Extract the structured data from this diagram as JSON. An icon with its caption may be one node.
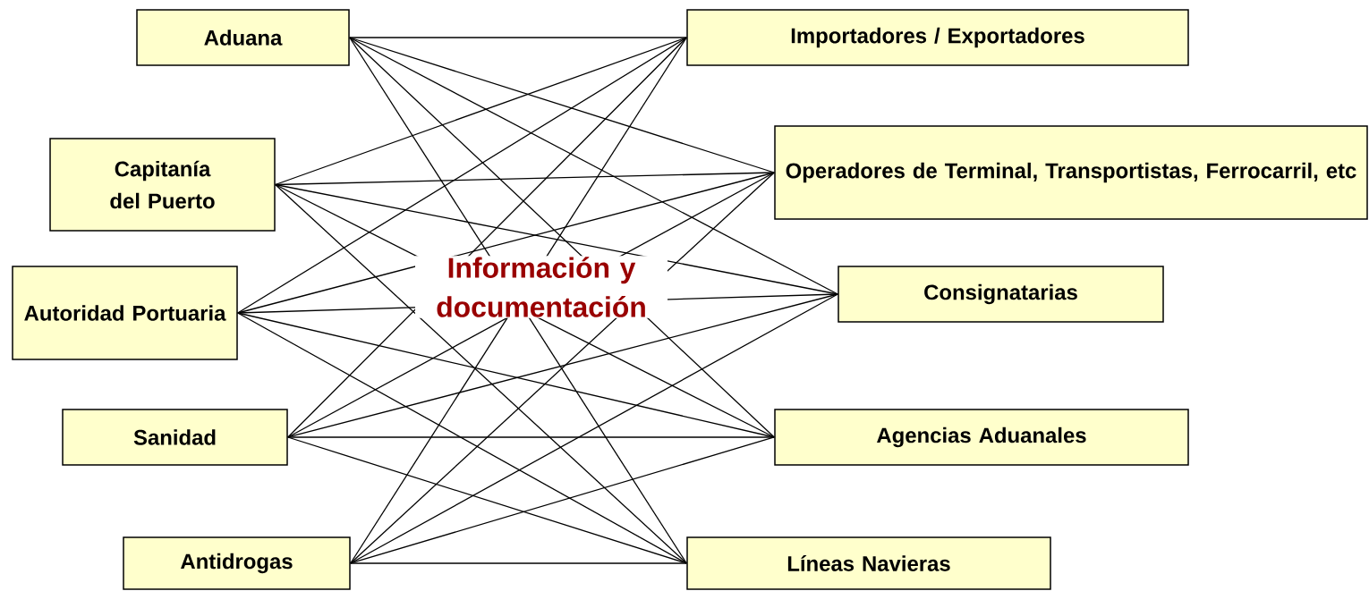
{
  "diagram": {
    "nodes": [
      {
        "text": [
          "Aduana"
        ]
      },
      {
        "text": [
          "Capitanía del Puerto"
        ]
      },
      {
        "text": [
          "Autoridad Portuaria"
        ]
      },
      {
        "text": [
          "Sanidad"
        ]
      },
      {
        "text": [
          "Antidrogas"
        ]
      },
      {
        "text": [
          "Importadores / Exportadores"
        ]
      },
      {
        "text": [
          "Operadores de Terminal, Transportistas, Ferrocarril, etc"
        ]
      },
      {
        "text": [
          "Consignatarias"
        ]
      },
      {
        "text": [
          "Agencias Aduanales"
        ]
      },
      {
        "text": [
          "Líneas Navieras"
        ]
      }
    ],
    "edges": [
      {
        "from": 0,
        "to": 5,
        "arrow": "none"
      },
      {
        "from": 0,
        "to": 6,
        "arrow": "none"
      },
      {
        "from": 0,
        "to": 7,
        "arrow": "none"
      },
      {
        "from": 0,
        "to": 8,
        "arrow": "none"
      },
      {
        "from": 0,
        "to": 9,
        "arrow": "none"
      },
      {
        "from": 1,
        "to": 5,
        "arrow": "none"
      },
      {
        "from": 1,
        "to": 6,
        "arrow": "none"
      },
      {
        "from": 1,
        "to": 7,
        "arrow": "none"
      },
      {
        "from": 1,
        "to": 8,
        "arrow": "none"
      },
      {
        "from": 1,
        "to": 9,
        "arrow": "none"
      },
      {
        "from": 2,
        "to": 5,
        "arrow": "none"
      },
      {
        "from": 2,
        "to": 6,
        "arrow": "none"
      },
      {
        "from": 2,
        "to": 7,
        "arrow": "none"
      },
      {
        "from": 2,
        "to": 8,
        "arrow": "none"
      },
      {
        "from": 2,
        "to": 9,
        "arrow": "none"
      },
      {
        "from": 3,
        "to": 5,
        "arrow": "none"
      },
      {
        "from": 3,
        "to": 6,
        "arrow": "none"
      },
      {
        "from": 3,
        "to": 7,
        "arrow": "none"
      },
      {
        "from": 3,
        "to": 8,
        "arrow": "none"
      },
      {
        "from": 3,
        "to": 9,
        "arrow": "none"
      },
      {
        "from": 4,
        "to": 5,
        "arrow": "none"
      },
      {
        "from": 4,
        "to": 6,
        "arrow": "none"
      },
      {
        "from": 4,
        "to": 7,
        "arrow": "none"
      },
      {
        "from": 4,
        "to": 8,
        "arrow": "none"
      },
      {
        "from": 4,
        "to": 9,
        "arrow": "none"
      }
    ],
    "labels": [
      "Información y documentación"
    ]
  }
}
